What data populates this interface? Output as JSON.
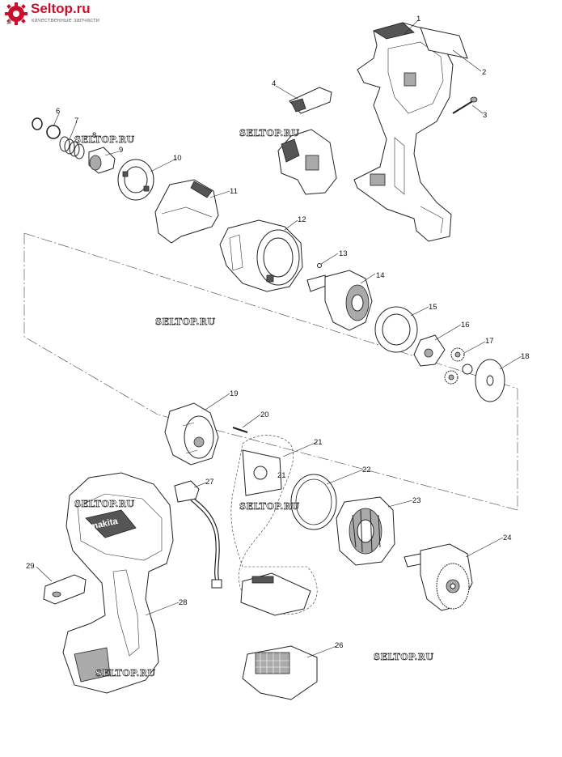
{
  "logo": {
    "name": "Seltop.ru",
    "tagline": "качественные запчасти",
    "color": "#c8102e"
  },
  "watermark": "SELTOP.RU",
  "brand_label": "makita",
  "parts": [
    {
      "num": "1"
    },
    {
      "num": "2"
    },
    {
      "num": "3"
    },
    {
      "num": "4"
    },
    {
      "num": "6"
    },
    {
      "num": "7"
    },
    {
      "num": "8"
    },
    {
      "num": "9"
    },
    {
      "num": "10"
    },
    {
      "num": "11"
    },
    {
      "num": "12"
    },
    {
      "num": "13"
    },
    {
      "num": "14"
    },
    {
      "num": "15"
    },
    {
      "num": "16"
    },
    {
      "num": "17"
    },
    {
      "num": "18"
    },
    {
      "num": "19"
    },
    {
      "num": "20"
    },
    {
      "num": "21"
    },
    {
      "num": "22"
    },
    {
      "num": "23"
    },
    {
      "num": "24"
    },
    {
      "num": "26"
    },
    {
      "num": "27"
    },
    {
      "num": "28"
    },
    {
      "num": "29"
    }
  ]
}
